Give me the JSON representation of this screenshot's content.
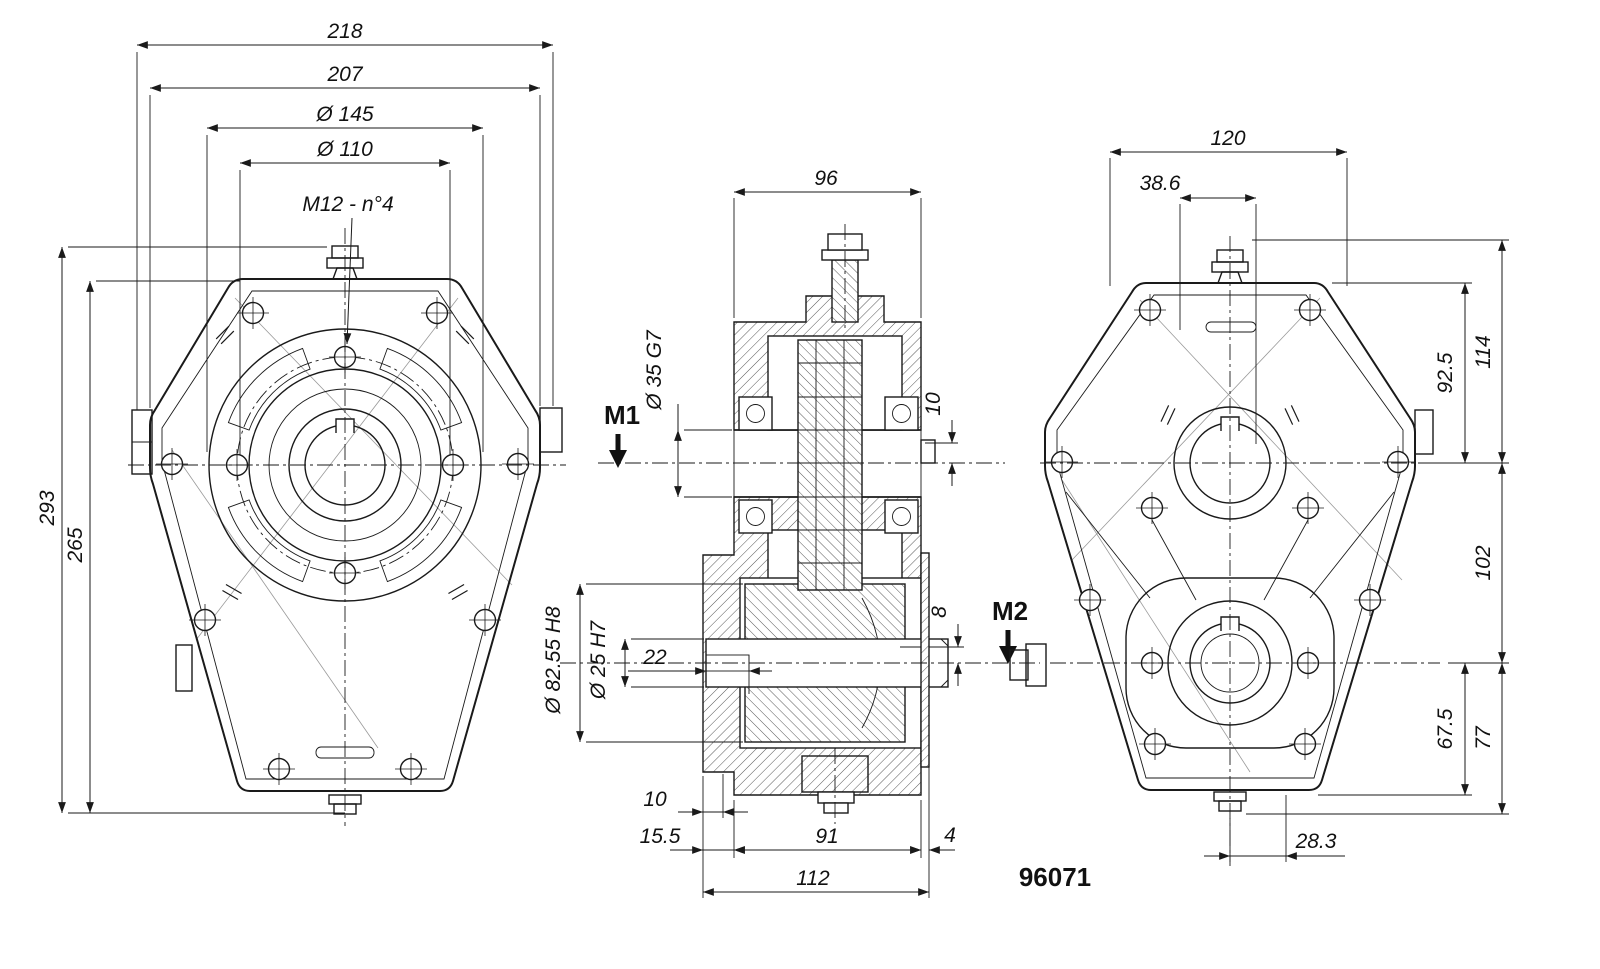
{
  "front": {
    "w218": "218",
    "w207": "207",
    "d145": "Ø 145",
    "d110": "Ø 110",
    "m12": "M12 - n°4",
    "h293": "293",
    "h265": "265"
  },
  "section": {
    "w96": "96",
    "d35": "Ø 35 G7",
    "m1": "M1",
    "t10": "10",
    "d8255": "Ø 82.55 H8",
    "d25": "Ø 25 H7",
    "k22": "22",
    "k8": "8",
    "m2": "M2",
    "b10": "10",
    "b155": "15.5",
    "b91": "91",
    "b4": "4",
    "b112": "112"
  },
  "rear": {
    "w120": "120",
    "w386": "38.6",
    "h925": "92.5",
    "h114": "114",
    "h102": "102",
    "h675": "67.5",
    "h77": "77",
    "w283": "28.3"
  },
  "part_number": "96071"
}
